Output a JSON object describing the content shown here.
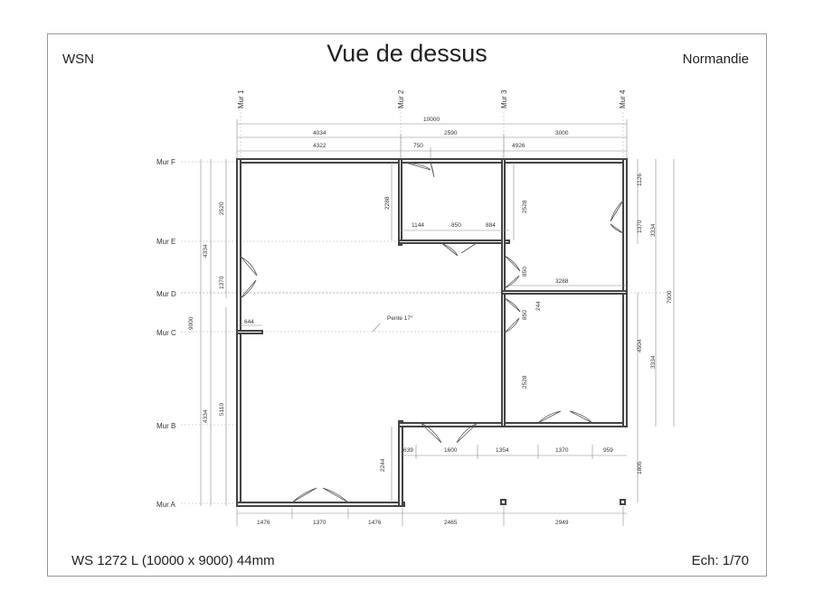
{
  "header": {
    "company": "WSN",
    "title": "Vue de dessus",
    "region": "Normandie"
  },
  "footer": {
    "model": "WS 1272 L (10000 x 9000) 44mm",
    "scale": "Ech: 1/70"
  },
  "walls_vertical": [
    "Mur 1",
    "Mur 2",
    "Mur 3",
    "Mur 4"
  ],
  "walls_horizontal": [
    "Mur F",
    "Mur E",
    "Mur D",
    "Mur C",
    "Mur B",
    "Mur A"
  ],
  "dimensions": {
    "total_width": "10000",
    "top_row1": [
      "4034",
      "2590",
      "3000"
    ],
    "top_row2": [
      "4322",
      "750",
      "4926"
    ],
    "bottom": [
      "1476",
      "1370",
      "1476",
      "2465",
      "2949"
    ],
    "interior_e": [
      "1144",
      "850",
      "884"
    ],
    "interior_b": [
      "639",
      "1600",
      "1354",
      "1370",
      "959"
    ],
    "left_outer": "9000",
    "left_upper": "4334",
    "left_lower": "4334",
    "left_2520": "2520",
    "left_5110": "5110",
    "left_1370": "1370",
    "small_644": "644",
    "mur2_2288": "2288",
    "mur2_2244": "2244",
    "mur3_2528_top": "2528",
    "mur3_2528_bottom": "2528",
    "mur3_850_top": "850",
    "mur3_850_bottom": "850",
    "d_244": "244",
    "d_3288": "3288",
    "right_1126": "1126",
    "right_1370": "1370",
    "right_3334_top": "3334",
    "right_7000": "7000",
    "right_4504": "4504",
    "right_3334_bottom": "3334",
    "right_1805": "1805"
  },
  "roof_note": "Pente 17°"
}
